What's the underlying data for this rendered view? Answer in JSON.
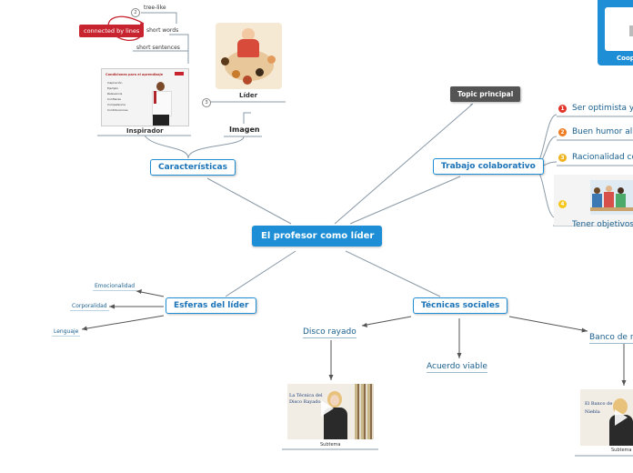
{
  "root": {
    "label": "El profesor como líder"
  },
  "caracteristicas": {
    "label": "Características",
    "inspirador": "Inspirador",
    "inspirador_slide_title": "Condiciones para el aprendizaje",
    "inspirador_slide_items": [
      "Inspiración",
      "Ejemplo",
      "Relevancia",
      "Confianza",
      "Competencia",
      "Contribuciones"
    ],
    "lider": "Líder",
    "imagen": "Imagen",
    "badge_2": "2",
    "badge_3": "3",
    "tree_like": "tree-like",
    "short_words": "short words",
    "short_sentences": "short sentences",
    "connected_by_lines": "connected by lines"
  },
  "topic_principal": {
    "label": "Topic principal"
  },
  "trabajo": {
    "label": "Trabajo colaborativo",
    "items": [
      {
        "num": "1",
        "label": "Ser optimista y",
        "color": "#e2362b"
      },
      {
        "num": "2",
        "label": "Buen humor al",
        "color": "#f07a1d"
      },
      {
        "num": "3",
        "label": "Racionalidad co",
        "color": "#f0b21d"
      },
      {
        "num": "4",
        "label": "Tener objetivos",
        "color": "#f5c518"
      }
    ]
  },
  "coop": {
    "label": "Coop"
  },
  "esferas": {
    "label": "Esferas del líder",
    "items": [
      "Emocionalidad",
      "Corporalidad",
      "Lenguaje"
    ]
  },
  "tecnicas": {
    "label": "Técnicas sociales",
    "disco": "Disco rayado",
    "disco_thumb_title": "La Técnica del Disco Rayado",
    "disco_sub": "Subtema",
    "acuerdo": "Acuerdo viable",
    "banco": "Banco de n",
    "banco_thumb_title": "El Banco de Niebla",
    "banco_sub": "Subtema"
  },
  "colors": {
    "accent": "#1e8fd6",
    "line": "#8a9aa8",
    "dark_line": "#555555",
    "red": "#c8242f"
  }
}
